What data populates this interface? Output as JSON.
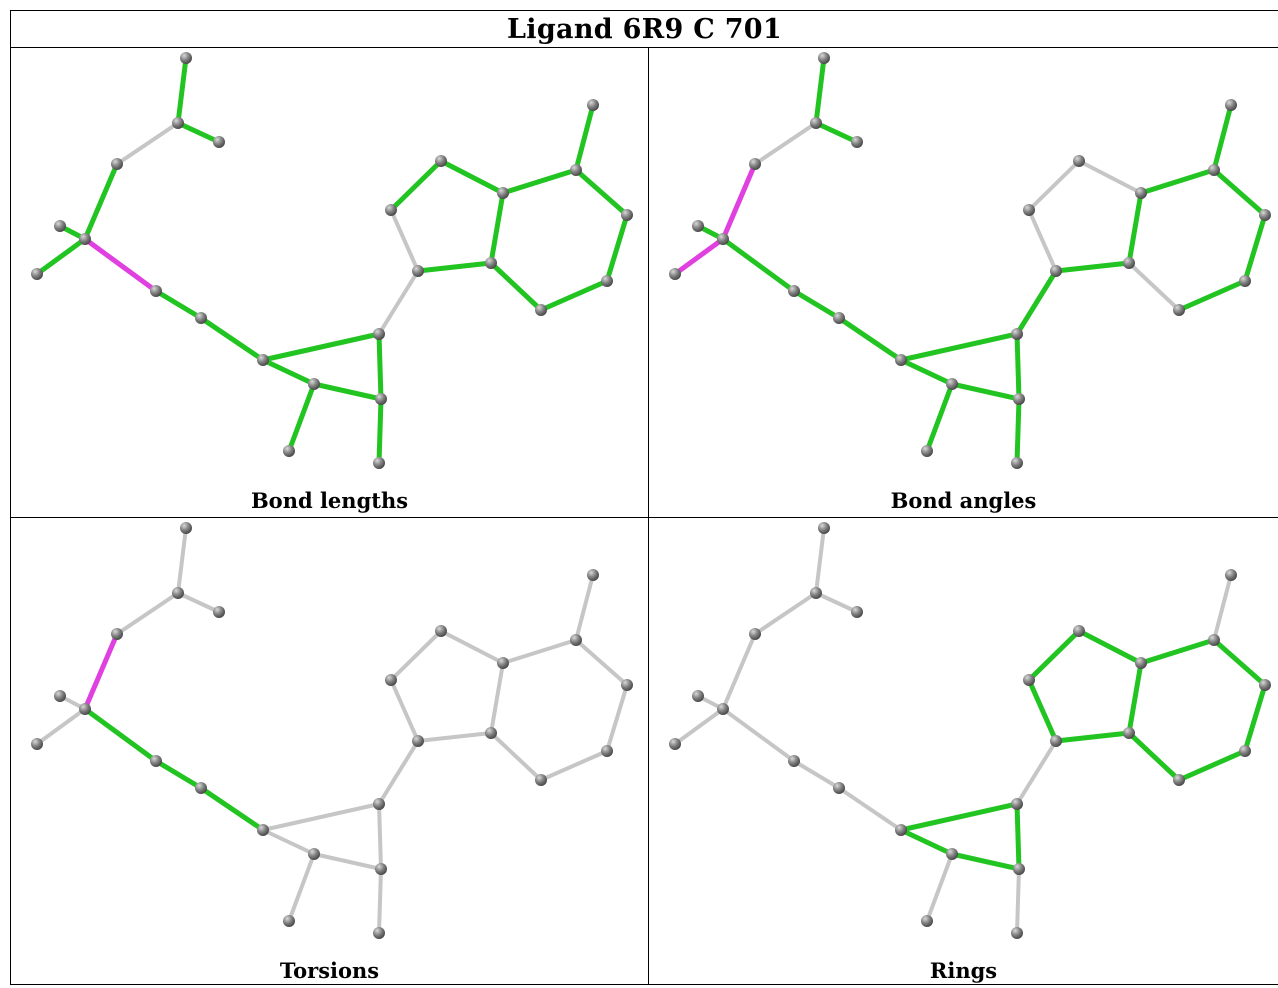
{
  "title": "Ligand 6R9 C 701",
  "panels": [
    {
      "caption": "Bond lengths",
      "highlight": [
        [
          0,
          1,
          "g"
        ],
        [
          1,
          2,
          "gray"
        ],
        [
          2,
          3,
          "g"
        ],
        [
          2,
          4,
          "g"
        ],
        [
          1,
          5,
          "g"
        ],
        [
          5,
          6,
          "g"
        ],
        [
          5,
          7,
          "g"
        ],
        [
          5,
          8,
          "m"
        ],
        [
          8,
          9,
          "g"
        ],
        [
          9,
          10,
          "g"
        ],
        [
          10,
          11,
          "g"
        ],
        [
          11,
          12,
          "g"
        ],
        [
          12,
          13,
          "g"
        ],
        [
          13,
          10,
          "g"
        ],
        [
          11,
          14,
          "g"
        ],
        [
          12,
          15,
          "g"
        ],
        [
          13,
          16,
          "gray"
        ],
        [
          16,
          17,
          "gray"
        ],
        [
          17,
          18,
          "g"
        ],
        [
          18,
          19,
          "g"
        ],
        [
          19,
          20,
          "g"
        ],
        [
          20,
          21,
          "g"
        ],
        [
          21,
          16,
          "g"
        ],
        [
          20,
          22,
          "g"
        ],
        [
          22,
          23,
          "g"
        ],
        [
          23,
          24,
          "g"
        ],
        [
          24,
          25,
          "g"
        ],
        [
          25,
          26,
          "g"
        ],
        [
          26,
          21,
          "g"
        ],
        [
          22,
          27,
          "g"
        ]
      ]
    },
    {
      "caption": "Bond angles",
      "highlight": [
        [
          0,
          1,
          "g"
        ],
        [
          1,
          2,
          "gray"
        ],
        [
          2,
          3,
          "g"
        ],
        [
          2,
          4,
          "g"
        ],
        [
          1,
          5,
          "m"
        ],
        [
          5,
          6,
          "g"
        ],
        [
          5,
          7,
          "m"
        ],
        [
          5,
          8,
          "g"
        ],
        [
          8,
          9,
          "g"
        ],
        [
          9,
          10,
          "g"
        ],
        [
          10,
          11,
          "g"
        ],
        [
          11,
          12,
          "g"
        ],
        [
          12,
          13,
          "g"
        ],
        [
          13,
          10,
          "g"
        ],
        [
          11,
          14,
          "g"
        ],
        [
          12,
          15,
          "g"
        ],
        [
          13,
          16,
          "g"
        ],
        [
          16,
          17,
          "g"
        ],
        [
          17,
          18,
          "gray"
        ],
        [
          18,
          19,
          "gray"
        ],
        [
          19,
          20,
          "g"
        ],
        [
          20,
          21,
          "g"
        ],
        [
          21,
          16,
          "g"
        ],
        [
          20,
          22,
          "g"
        ],
        [
          22,
          23,
          "g"
        ],
        [
          23,
          24,
          "g"
        ],
        [
          24,
          25,
          "g"
        ],
        [
          25,
          26,
          "g"
        ],
        [
          26,
          21,
          "gray"
        ],
        [
          22,
          27,
          "g"
        ]
      ]
    },
    {
      "caption": "Torsions",
      "highlight": [
        [
          0,
          1,
          "gray"
        ],
        [
          1,
          2,
          "gray"
        ],
        [
          2,
          3,
          "gray"
        ],
        [
          2,
          4,
          "gray"
        ],
        [
          1,
          5,
          "m"
        ],
        [
          5,
          6,
          "gray"
        ],
        [
          5,
          7,
          "gray"
        ],
        [
          5,
          8,
          "g"
        ],
        [
          8,
          9,
          "g"
        ],
        [
          9,
          10,
          "g"
        ],
        [
          10,
          11,
          "gray"
        ],
        [
          11,
          12,
          "gray"
        ],
        [
          12,
          13,
          "gray"
        ],
        [
          13,
          10,
          "gray"
        ],
        [
          11,
          14,
          "gray"
        ],
        [
          12,
          15,
          "gray"
        ],
        [
          13,
          16,
          "gray"
        ],
        [
          16,
          17,
          "gray"
        ],
        [
          17,
          18,
          "gray"
        ],
        [
          18,
          19,
          "gray"
        ],
        [
          19,
          20,
          "gray"
        ],
        [
          20,
          21,
          "gray"
        ],
        [
          21,
          16,
          "gray"
        ],
        [
          20,
          22,
          "gray"
        ],
        [
          22,
          23,
          "gray"
        ],
        [
          23,
          24,
          "gray"
        ],
        [
          24,
          25,
          "gray"
        ],
        [
          25,
          26,
          "gray"
        ],
        [
          26,
          21,
          "gray"
        ],
        [
          22,
          27,
          "gray"
        ]
      ]
    },
    {
      "caption": "Rings",
      "highlight": [
        [
          0,
          1,
          "gray"
        ],
        [
          1,
          2,
          "gray"
        ],
        [
          2,
          3,
          "gray"
        ],
        [
          2,
          4,
          "gray"
        ],
        [
          1,
          5,
          "gray"
        ],
        [
          5,
          6,
          "gray"
        ],
        [
          5,
          7,
          "gray"
        ],
        [
          5,
          8,
          "gray"
        ],
        [
          8,
          9,
          "gray"
        ],
        [
          9,
          10,
          "gray"
        ],
        [
          10,
          11,
          "g"
        ],
        [
          11,
          12,
          "g"
        ],
        [
          12,
          13,
          "g"
        ],
        [
          13,
          10,
          "g"
        ],
        [
          11,
          14,
          "gray"
        ],
        [
          12,
          15,
          "gray"
        ],
        [
          13,
          16,
          "gray"
        ],
        [
          16,
          17,
          "g"
        ],
        [
          17,
          18,
          "g"
        ],
        [
          18,
          19,
          "g"
        ],
        [
          19,
          20,
          "g"
        ],
        [
          20,
          21,
          "g"
        ],
        [
          21,
          16,
          "g"
        ],
        [
          20,
          22,
          "g"
        ],
        [
          22,
          23,
          "g"
        ],
        [
          23,
          24,
          "g"
        ],
        [
          24,
          25,
          "g"
        ],
        [
          25,
          26,
          "g"
        ],
        [
          26,
          21,
          "g"
        ],
        [
          22,
          27,
          "gray"
        ]
      ]
    }
  ],
  "colors": {
    "green": "#22c422",
    "magenta": "#e040e0",
    "gray": "#c6c6c6",
    "atom": "#707070"
  }
}
